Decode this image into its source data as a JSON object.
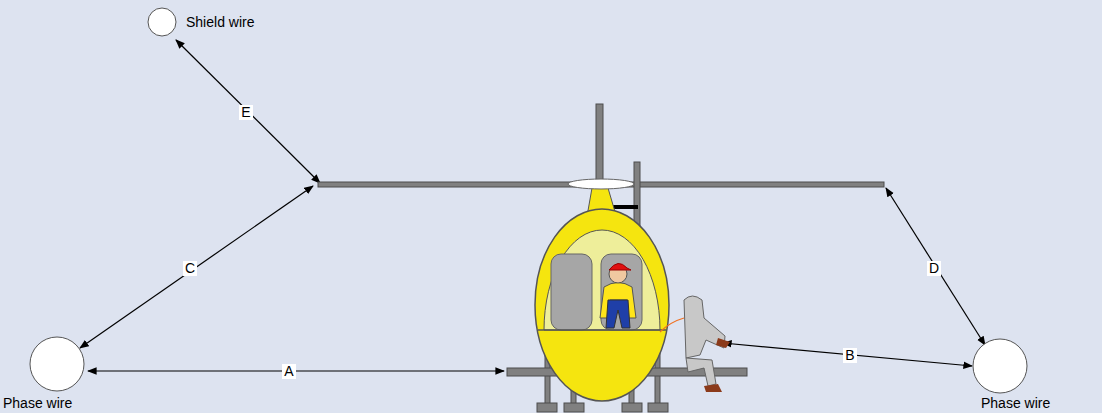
{
  "diagram": {
    "nodes": [
      {
        "text": [
          "Shield wire"
        ]
      },
      {
        "text": [
          "Phase wire"
        ]
      },
      {
        "text": [
          "Phase wire"
        ]
      }
    ],
    "labels": [
      "A",
      "B",
      "C",
      "D",
      "E"
    ]
  }
}
